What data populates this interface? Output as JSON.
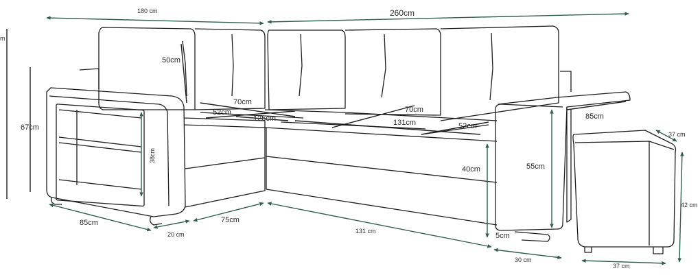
{
  "colors": {
    "outline": "#1e1e1e",
    "dimension_line": "#2f5d4f",
    "background": "#ffffff"
  },
  "dimensions": {
    "total_width_left": "180 cm",
    "total_width_right": "260cm",
    "backrest_height": "50cm",
    "left_cut_m": "m",
    "total_height": "67cm",
    "shelf_height": "38cm",
    "seat_depth_chaise": "70cm",
    "seat_depth_chaise_b": "52cm",
    "bed_length": "125cm",
    "seat_depth_main": "70cm",
    "bed_width": "131cm",
    "seat_depth_main_b": "52cm",
    "ottoman_depth": "85cm",
    "seat_height": "40cm",
    "armrest_height": "55cm",
    "chaise_depth_bottom": "85cm",
    "foot_width_left": "20 cm",
    "chaise_front": "75cm",
    "main_front": "131 cm",
    "leg_height": "5cm",
    "armrest_width": "30 cm",
    "pouf_depth": "37 cm",
    "pouf_height": "42 cm",
    "pouf_width": "37 cm"
  }
}
